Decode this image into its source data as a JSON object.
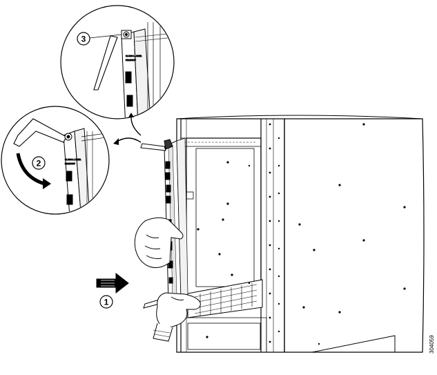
{
  "callouts": [
    {
      "number": "1"
    },
    {
      "number": "2"
    },
    {
      "number": "3"
    }
  ],
  "card_label": {
    "line1": "CLASS 1 LASER",
    "line2": "PRODUCT"
  },
  "figure_id": "304059",
  "colors": {
    "line": "#000000",
    "background": "#ffffff",
    "shade": "#d9d9d9",
    "dark": "#333333"
  }
}
